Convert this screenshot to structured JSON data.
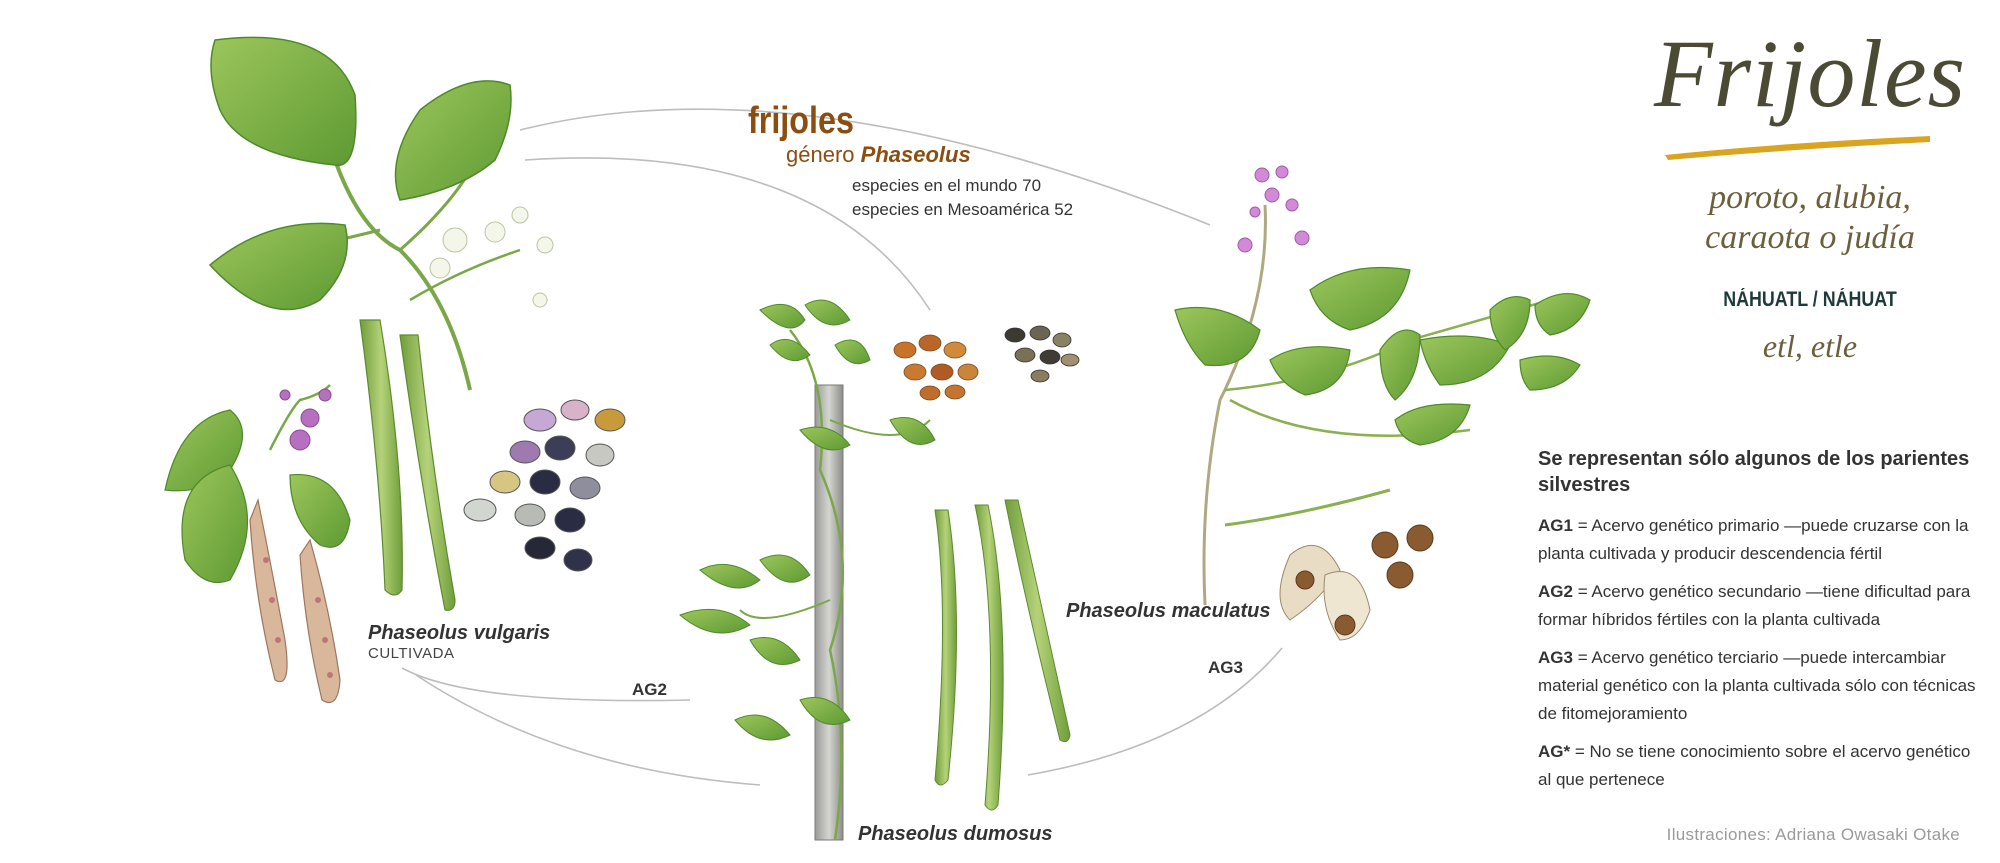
{
  "header": {
    "title": "Frijoles",
    "subtitle_line1": "poroto, alubia,",
    "subtitle_line2": "caraota o judía",
    "lang_label": "NÁHUATL / NÁHUAT",
    "lang_value": "etl, etle"
  },
  "genus": {
    "common": "frijoles",
    "prefix": "género",
    "name": "Phaseolus",
    "stat_world": "especies en el mundo 70",
    "stat_meso": "especies en Mesoamérica 52"
  },
  "species": {
    "vulgaris": {
      "name": "Phaseolus vulgaris",
      "status": "CULTIVADA"
    },
    "dumosus": {
      "name": "Phaseolus dumosus"
    },
    "maculatus": {
      "name": "Phaseolus maculatus"
    }
  },
  "relations": {
    "dumosus": "AG2",
    "maculatus": "AG3"
  },
  "legend": {
    "title": "Se representan sólo algunos de los parientes silvestres",
    "items": [
      {
        "code": "AG1",
        "text": " = Acervo genético primario —puede cruzarse con la planta cultivada y producir descendencia fértil"
      },
      {
        "code": "AG2",
        "text": " = Acervo genético secundario —tiene dificultad para formar híbridos fértiles con la planta cultivada"
      },
      {
        "code": "AG3",
        "text": " = Acervo genético terciario —puede intercambiar material genético con la planta cultivada sólo con técnicas de fitomejoramiento"
      },
      {
        "code": "AG*",
        "text": " = No se tiene conocimiento sobre el acervo genético al que pertenece"
      }
    ]
  },
  "credit": "Ilustraciones: Adriana Owasaki Otake",
  "colors": {
    "title": "#4a4a35",
    "accent_gold": "#d9a520",
    "genus_brown": "#8b4e10",
    "leaf": "#7fb04a",
    "leaf_dark": "#4e8a2a",
    "pod": "#98bf5a",
    "connector": "#bdbdbd"
  }
}
